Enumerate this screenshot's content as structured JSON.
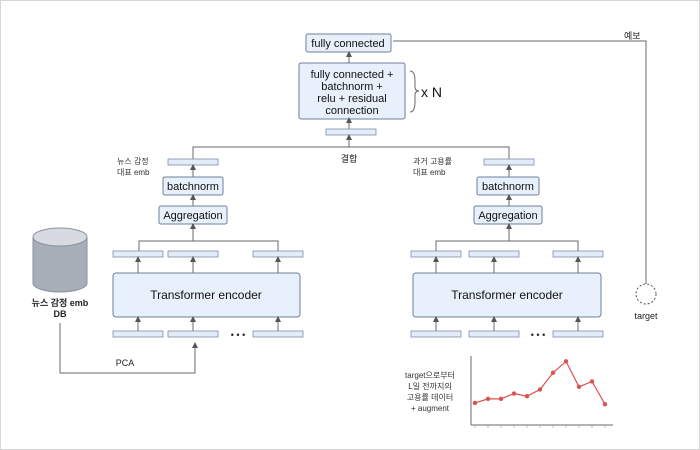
{
  "top": {
    "fc": "fully connected",
    "block": [
      "fully connected +",
      "batchnorm +",
      "relu + residual",
      "connection"
    ],
    "repeat": "x N",
    "combine": "결합",
    "forecast": "예보",
    "target": "target"
  },
  "left": {
    "emb_label": [
      "뉴스 감정",
      "대표 emb"
    ],
    "batchnorm": "batchnorm",
    "aggregation": "Aggregation",
    "transformer": "Transformer  encoder",
    "dots": "• • •",
    "db_label": [
      "뉴스 감정 emb",
      "DB"
    ],
    "pca": "PCA"
  },
  "right": {
    "emb_label": [
      "과거 고용률",
      "대표 emb"
    ],
    "batchnorm": "batchnorm",
    "aggregation": "Aggregation",
    "transformer": "Transformer  encoder",
    "dots": "• • •",
    "chart_caption": [
      "target으로부터",
      "L일 전까지의",
      "고용률 데이터",
      "+ augment"
    ]
  },
  "chart_data": {
    "type": "line",
    "values": [
      0.3,
      0.36,
      0.36,
      0.44,
      0.4,
      0.5,
      0.75,
      0.92,
      0.54,
      0.62,
      0.28
    ],
    "color": "#d9534f"
  },
  "colors": {
    "box_fill": "#e8f0fb",
    "box_stroke": "#6d7f99",
    "line": "#6a6a6a"
  }
}
